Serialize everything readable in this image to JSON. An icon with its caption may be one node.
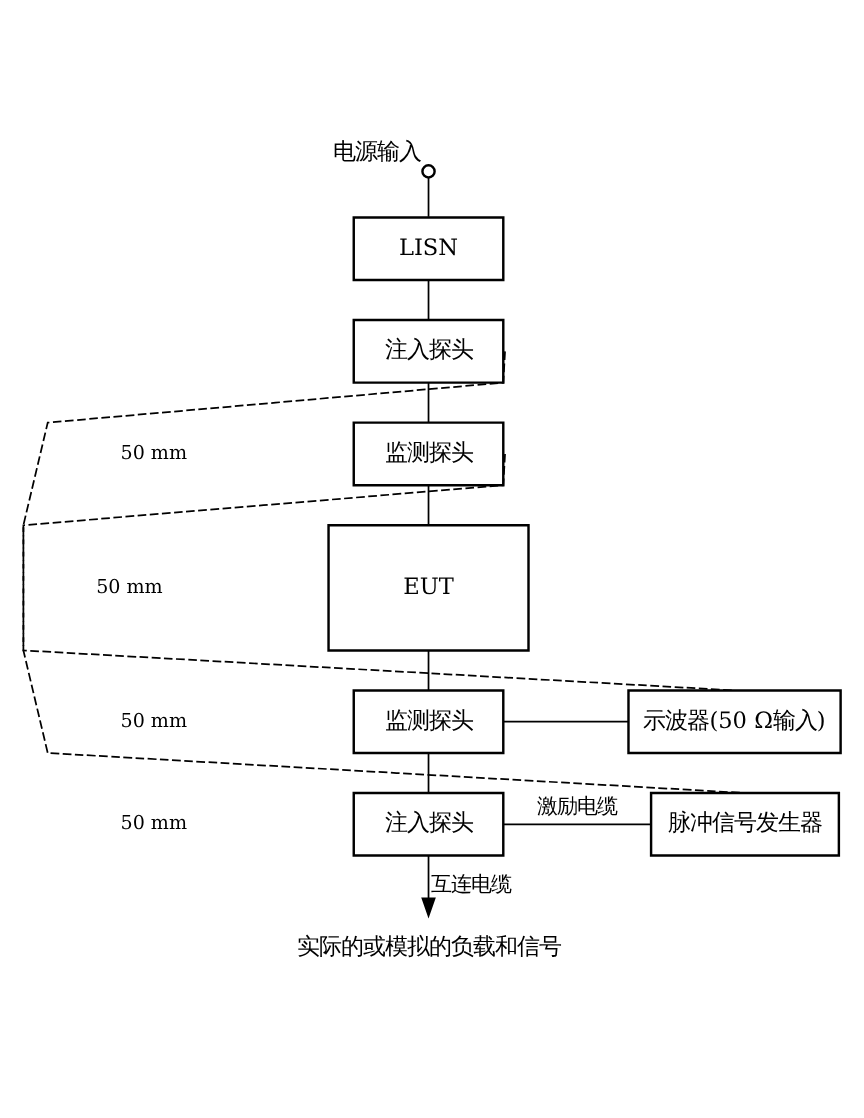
{
  "diagram": {
    "nodes": [
      {
        "text": [],
        "shape": "circle",
        "beside": [
          "电源输入"
        ]
      },
      {
        "text": [
          "LISN"
        ]
      },
      {
        "text": [
          "注入探头"
        ]
      },
      {
        "text": [
          "监测探头"
        ]
      },
      {
        "text": [
          "EUT"
        ]
      },
      {
        "text": [
          "监测探头"
        ]
      },
      {
        "text": [
          "注入探头"
        ]
      },
      {
        "text": [
          "示波器(50 Ω输入)"
        ]
      },
      {
        "text": [
          "脉冲信号发生器"
        ]
      },
      {
        "text": [
          "实际的或模拟的负载和信号"
        ]
      }
    ],
    "edges": [
      {
        "from": 0,
        "to": 1,
        "arrow": "none"
      },
      {
        "from": 1,
        "to": 2,
        "arrow": "none"
      },
      {
        "from": 2,
        "to": 3,
        "arrow": "none"
      },
      {
        "from": 3,
        "to": 4,
        "arrow": "none"
      },
      {
        "from": 4,
        "to": 5,
        "arrow": "none"
      },
      {
        "from": 5,
        "to": 6,
        "arrow": "none"
      },
      {
        "from": 6,
        "to": 9,
        "arrow": "to",
        "label": "互连电缆"
      },
      {
        "from": 5,
        "to": 7,
        "arrow": "none"
      },
      {
        "from": 6,
        "to": 8,
        "arrow": "none",
        "label": "激励电缆"
      },
      {
        "from": 2,
        "to": 8,
        "arrow": "none",
        "style": "dashed"
      },
      {
        "from": 3,
        "to": 7,
        "arrow": "none",
        "style": "dashed"
      }
    ],
    "labels": [
      "50 mm",
      "50 mm",
      "50 mm",
      "50 mm"
    ]
  }
}
